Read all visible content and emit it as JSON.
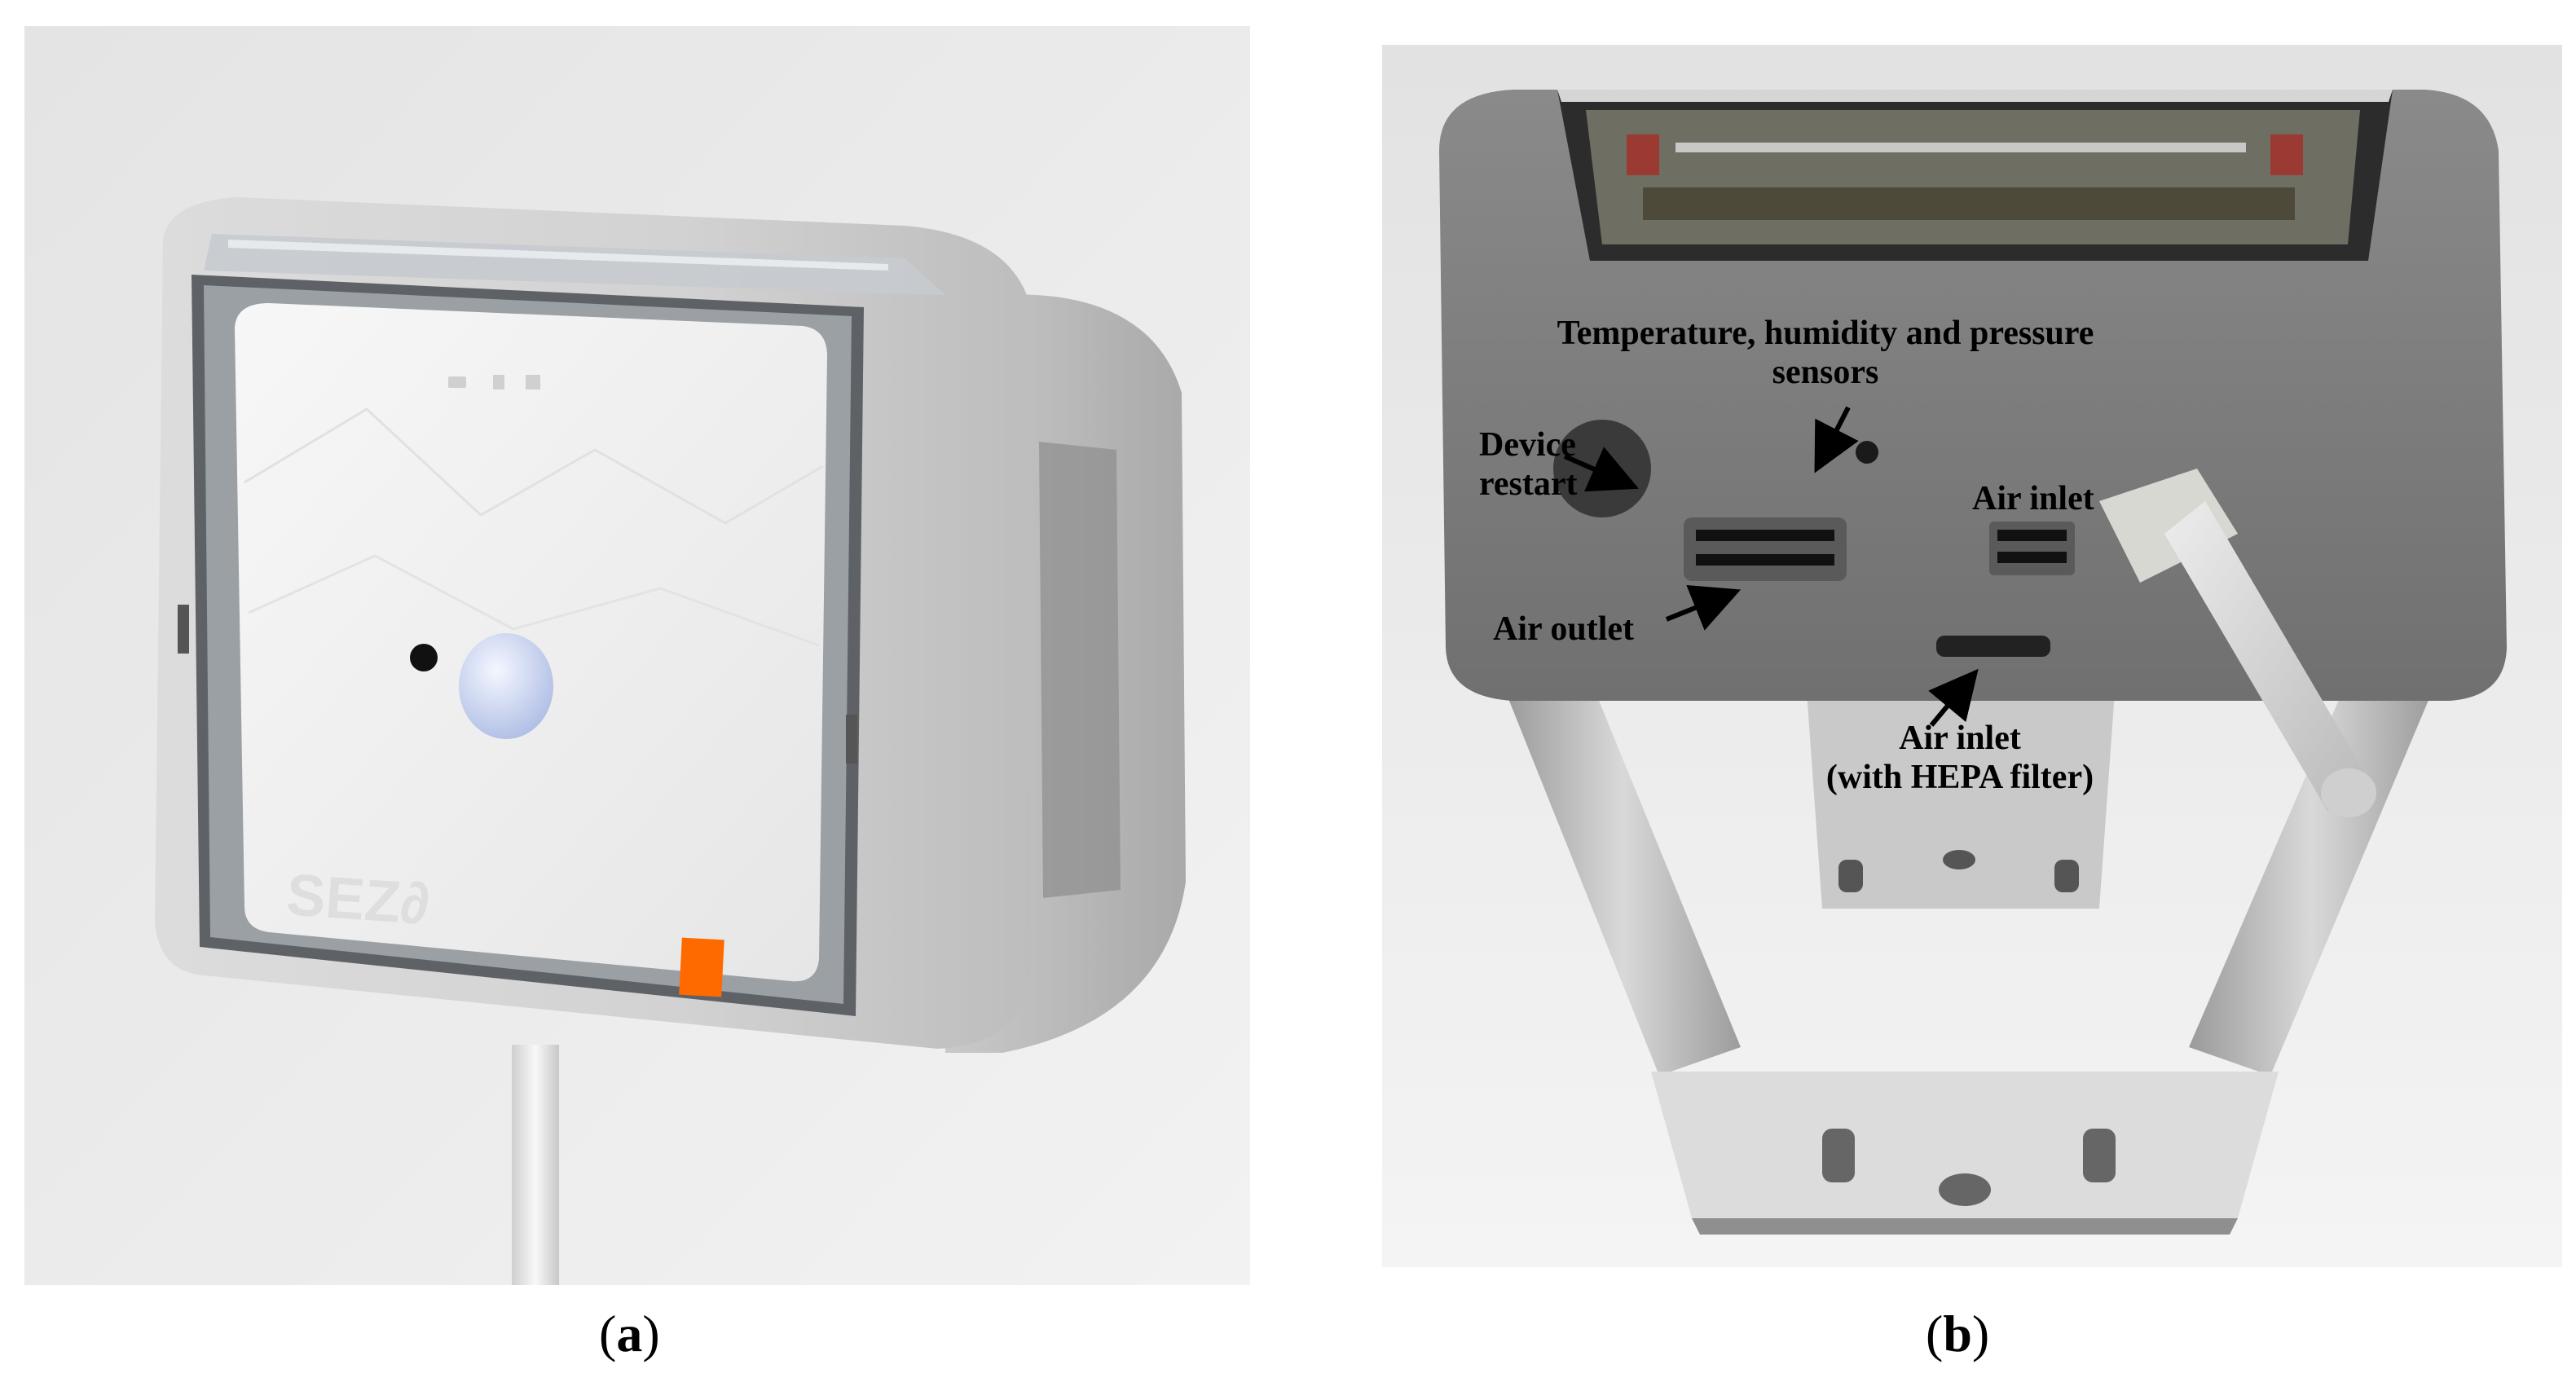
{
  "panels": [
    {
      "id": "a",
      "label_prefix": "(",
      "label_letter": "a",
      "label_suffix": ")",
      "device_logo_text": "SEZ∂"
    },
    {
      "id": "b",
      "label_prefix": "(",
      "label_letter": "b",
      "label_suffix": ")"
    }
  ],
  "annotations": {
    "temp_sensors_line1": "Temperature, humidity and pressure",
    "temp_sensors_line2": "sensors",
    "device_restart_line1": "Device",
    "device_restart_line2": "restart",
    "air_inlet_top": "Air inlet",
    "air_outlet": "Air outlet",
    "air_inlet_hepa_line1": "Air inlet",
    "air_inlet_hepa_line2": "(with HEPA filter)"
  },
  "colors": {
    "wall": "#e9e9e9",
    "housing": "#d4d4d4",
    "front_panel": "#f1f1f1",
    "led": "#c6d2ee",
    "brand_orange": "#ff6a00",
    "back_panel": "#7f7f7f",
    "bracket": "#b7b7b7"
  }
}
